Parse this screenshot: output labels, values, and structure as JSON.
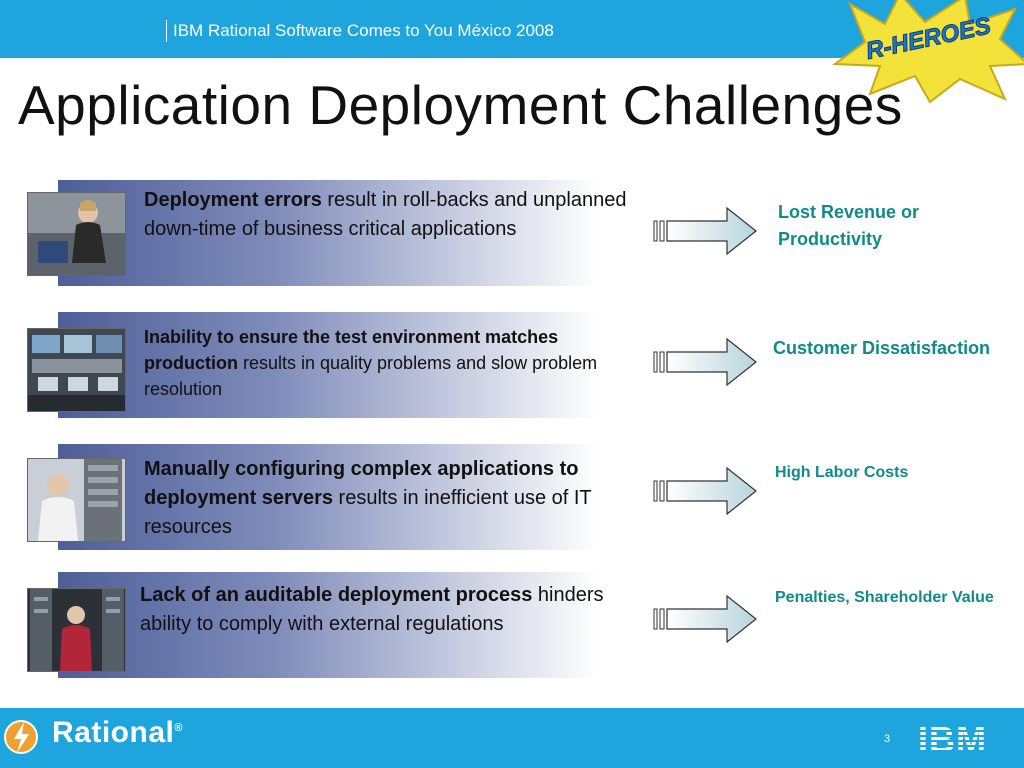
{
  "header": {
    "conference": "IBM Rational Software Comes to You México 2008"
  },
  "title": "Application Deployment Challenges",
  "badge": {
    "text": "R-HEROES"
  },
  "rows": [
    {
      "bold": "Deployment errors",
      "rest": " result in roll-backs and unplanned down-time of business critical applications",
      "outcome": "Lost Revenue or Productivity"
    },
    {
      "bold": "Inability to ensure the test environment matches production",
      "rest": " results in quality problems and slow problem resolution",
      "outcome": "Customer Dissatisfaction"
    },
    {
      "bold": "Manually configuring complex applications to deployment servers",
      "rest": " results in inefficient use of IT resources",
      "outcome": "High Labor Costs"
    },
    {
      "bold": "Lack of an auditable deployment process",
      "rest": " hinders ability to comply with external regulations",
      "outcome": "Penalties, Shareholder Value"
    }
  ],
  "footer": {
    "brand": "Rational",
    "page": "3",
    "ibm": "IBM"
  },
  "colors": {
    "header_blue": "#1ea5dd",
    "outcome_teal": "#118a8a",
    "row_gradient_start": "#4e5f98"
  }
}
